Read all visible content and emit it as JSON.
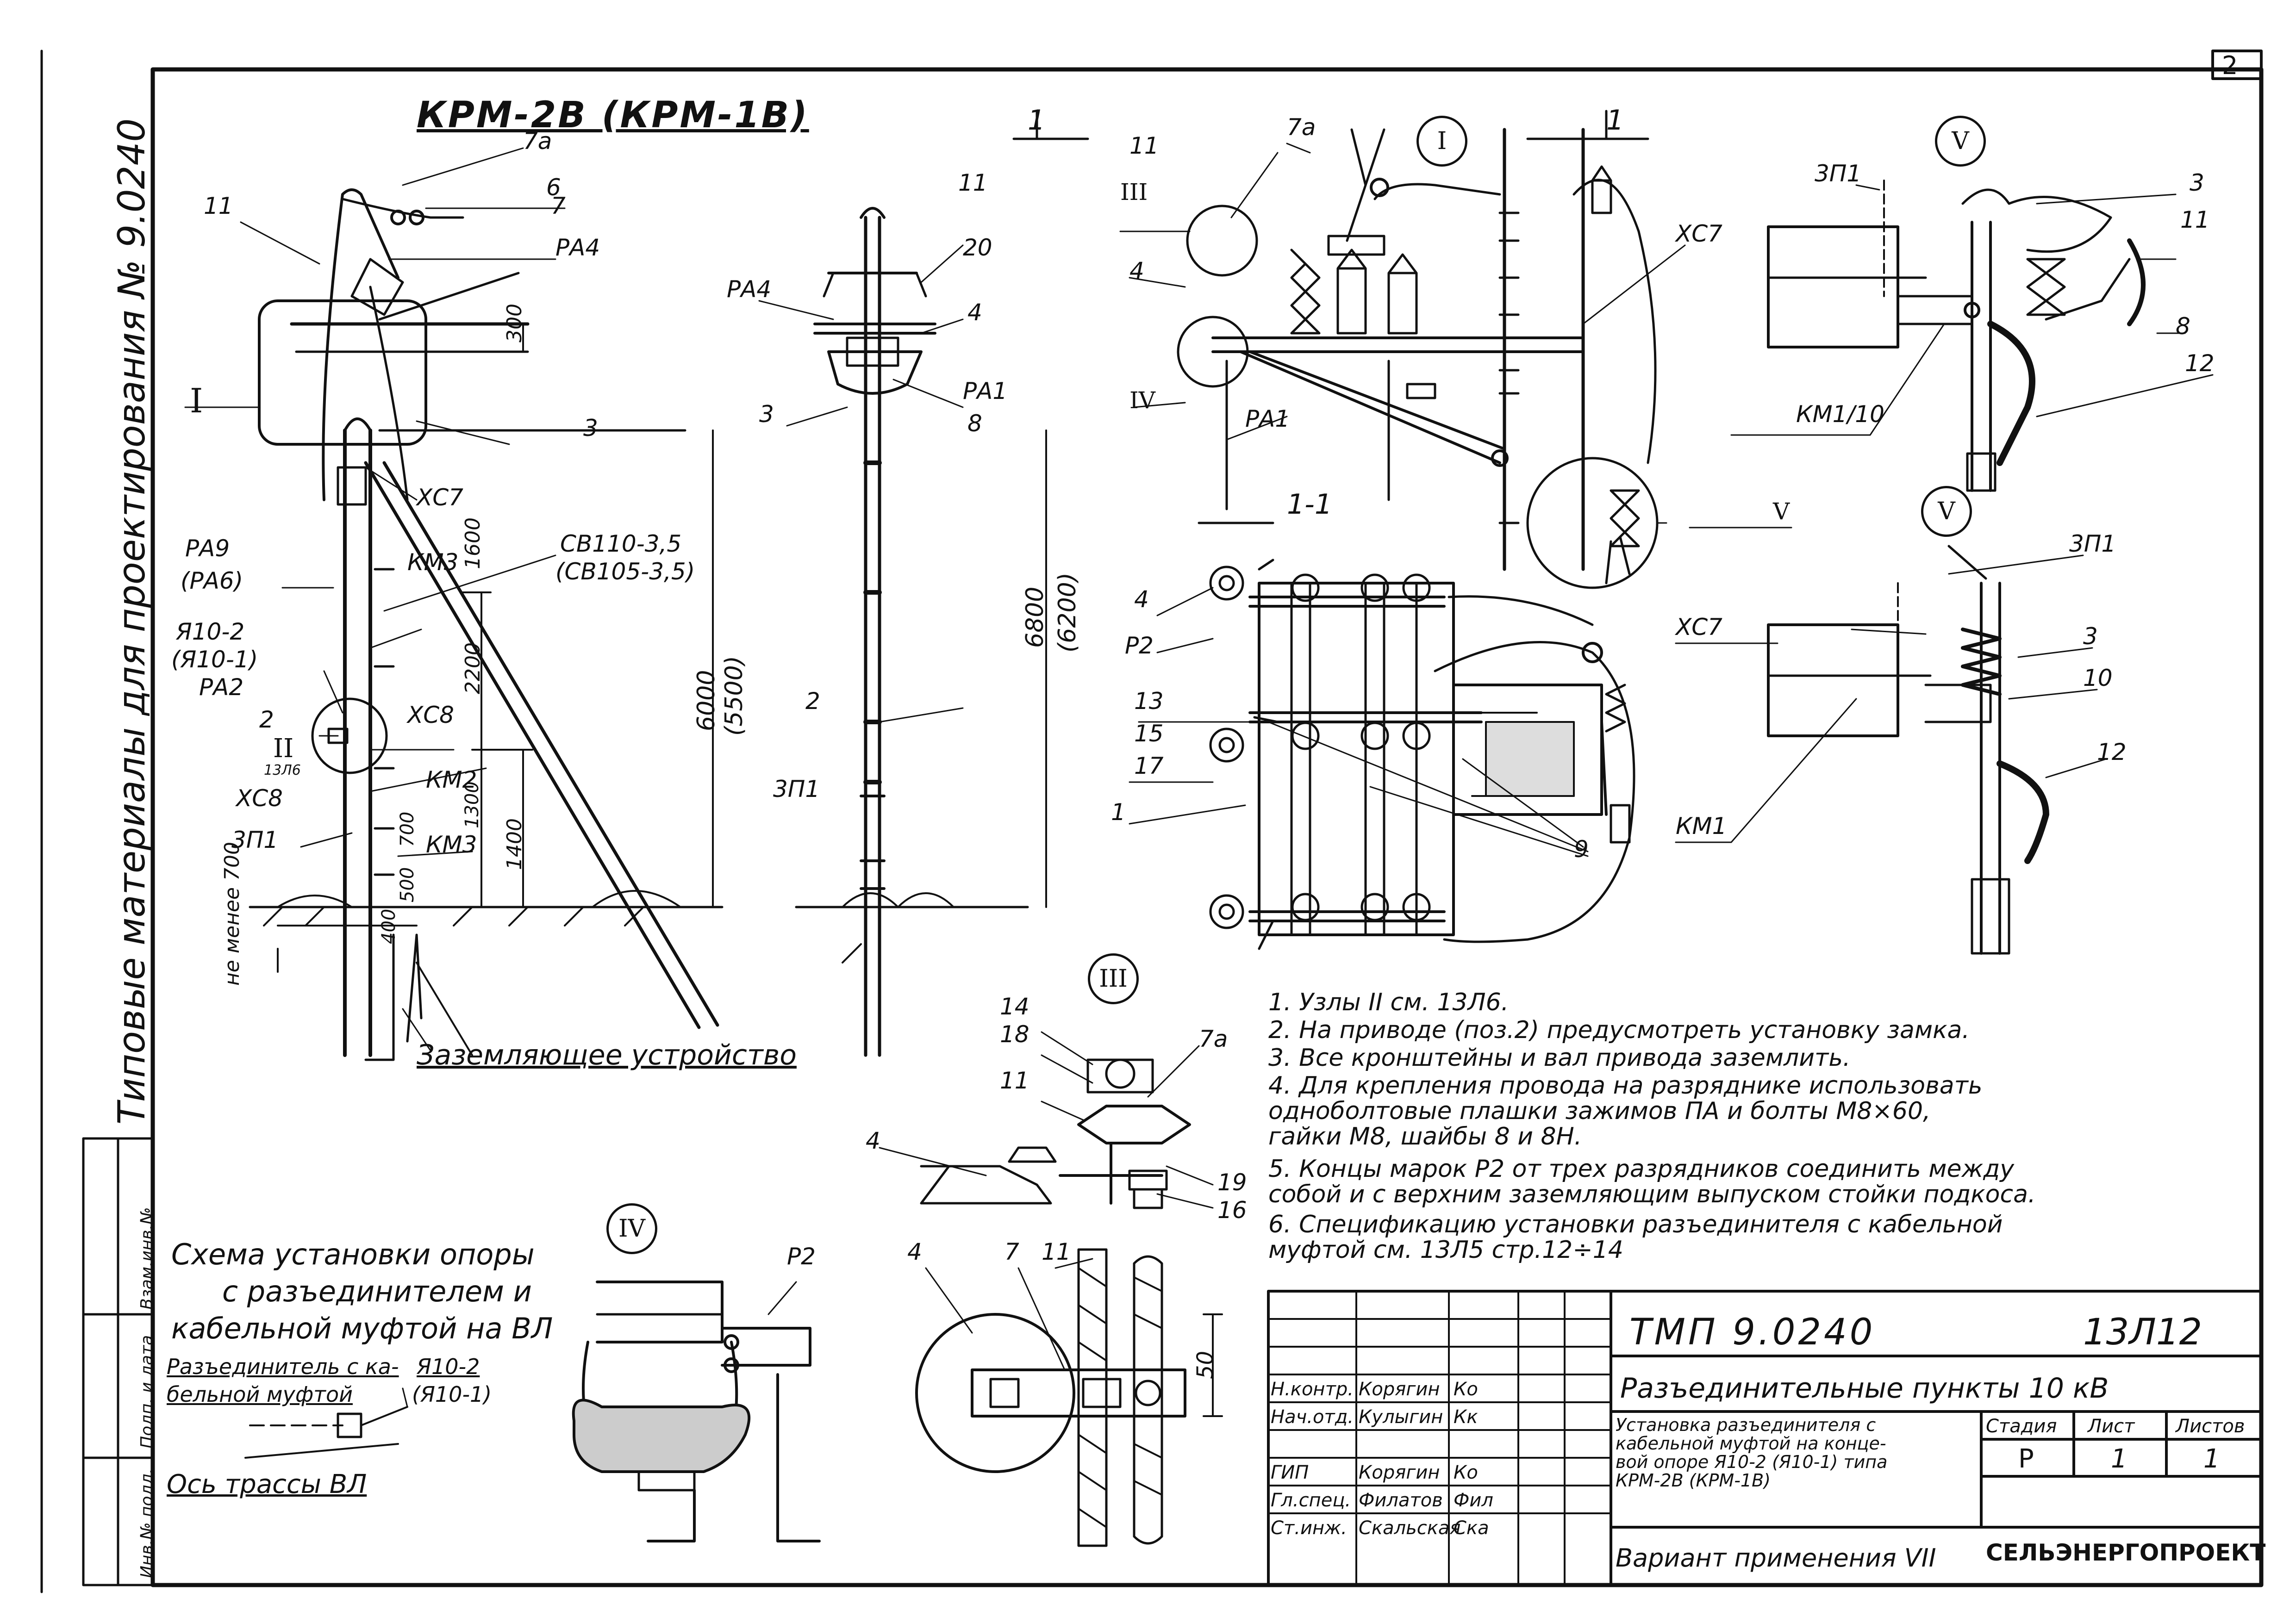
{
  "sheet_number": "2",
  "vertical_caption": "Типовые материалы для проектирования № 9.0240",
  "side_stamp": [
    "Инв.№ подл.",
    "Подп. и дата",
    "Взам.инв.№"
  ],
  "main_view": {
    "title": "КРМ-2В (КРМ-1В)",
    "labels": [
      "11",
      "7а",
      "6",
      "7",
      "РА4",
      "300",
      "I",
      "3",
      "ХС7",
      "РА9",
      "(РА6)",
      "КМ3",
      "1600",
      "СВ110-3,5",
      "(СВ105-3,5)",
      "Я10-2",
      "(Я10-1)",
      "2200",
      "РА2",
      "2",
      "ХС8",
      "II",
      "13Л6",
      "ХС8",
      "КМ2",
      "1300",
      "1400",
      "3П1",
      "700",
      "500",
      "КМ3",
      "400",
      "не менее 700",
      "6000",
      "(5500)",
      "Заземляющее устройство"
    ]
  },
  "side_view": {
    "title": "1",
    "labels": [
      "11",
      "20",
      "РА4",
      "4",
      "РА1",
      "3",
      "8",
      "2",
      "3П1",
      "6800",
      "(6200)"
    ]
  },
  "detail_I": {
    "mark": "I",
    "section": "1",
    "labels": [
      "7а",
      "11",
      "III",
      "4",
      "IV",
      "РА1",
      "ХС7",
      "V"
    ]
  },
  "detail_V_top": {
    "mark": "V",
    "labels": [
      "3П1",
      "3",
      "11",
      "8",
      "12",
      "КМ1/10"
    ]
  },
  "detail_V_bottom": {
    "mark": "V",
    "labels": [
      "3П1",
      "ХС7",
      "3",
      "10",
      "12",
      "КМ1"
    ]
  },
  "section_1_1": {
    "title": "1-1",
    "labels": [
      "4",
      "Р2",
      "13",
      "15",
      "17",
      "1",
      "9"
    ]
  },
  "detail_III": {
    "mark": "III",
    "labels": [
      "14",
      "18",
      "11",
      "4",
      "7а",
      "19",
      "16"
    ]
  },
  "detail_IV": {
    "mark": "IV",
    "labels": [
      "Р2"
    ]
  },
  "detail_clamp": {
    "labels": [
      "4",
      "7",
      "11",
      "50"
    ]
  },
  "notes": [
    "1. Узлы II см. 13Л6.",
    "2. На приводе (поз.2) предусмотреть установку замка.",
    "3. Все кронштейны и вал привода заземлить.",
    "4. Для крепления провода на разряднике использовать",
    "    одноболтовые плашки зажимов ПА и болты   М8×60,",
    "    гайки М8, шайбы 8 и 8Н.",
    "5. Концы марок Р2 от трех разрядников соединить между",
    "    собой и с верхним заземляющим выпуском стойки подкоса.",
    "6. Спецификацию установки разъединителя с кабельной",
    "    муфтой см. 13Л5 стр.12÷14"
  ],
  "scheme": {
    "title_lines": [
      "Схема установки опоры",
      "с разъединителем и",
      "кабельной муфтой на ВЛ"
    ],
    "disconnector_label_1": "Разъединитель с ка-",
    "disconnector_label_2": "бельной муфтой",
    "arrester_1": "Я10-2",
    "arrester_2": "(Я10-1)",
    "axis_label": "Ось трассы ВЛ"
  },
  "title_block": {
    "doc_code": "ТМП 9.0240",
    "sheet_code": "13Л12",
    "project_name": "Разъединительные пункты 10 кВ",
    "drawing_title": [
      "Установка разъединителя с",
      "кабельной муфтой на конце-",
      "вой опоре Я10-2 (Я10-1) типа",
      "КРМ-2В (КРМ-1В)"
    ],
    "variant": "Вариант применения VII",
    "stage_header": "Стадия",
    "sheet_header": "Лист",
    "sheets_header": "Листов",
    "stage": "Р",
    "sheet": "1",
    "sheets": "1",
    "organization": "СЕЛЬЭНЕРГОПРОЕКТ",
    "signatures": [
      {
        "role": "Н.контр.",
        "name": "Корягин",
        "sign": "Ко"
      },
      {
        "role": "Нач.отд.",
        "name": "Кулыгин",
        "sign": "Кк"
      },
      {
        "role": "",
        "name": "",
        "sign": ""
      },
      {
        "role": "ГИП",
        "name": "Корягин",
        "sign": "Ко"
      },
      {
        "role": "Гл.спец.",
        "name": "Филатов",
        "sign": "Фил"
      },
      {
        "role": "Ст.инж.",
        "name": "Скальская",
        "sign": "Ска"
      }
    ]
  }
}
